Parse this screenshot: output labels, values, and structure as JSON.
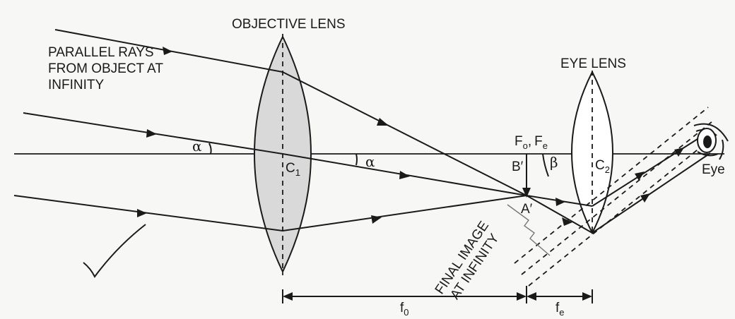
{
  "labels": {
    "objective_lens": "OBJECTIVE LENS",
    "eye_lens": "EYE LENS",
    "parallel_rays": [
      "PARALLEL RAYS",
      "FROM OBJECT AT",
      "INFINITY"
    ],
    "final_image": [
      "FINAL IMAGE",
      "AT INFINITY"
    ],
    "alpha_left": "α",
    "alpha_right": "α",
    "beta": "β",
    "c1": "C",
    "c1_sub": "1",
    "c2": "C",
    "c2_sub": "2",
    "b_prime": "B′",
    "a_prime": "A′",
    "focus_o": "F",
    "focus_o_sub": "o",
    "focus_sep": ",",
    "focus_e": "F",
    "focus_e_sub": "e",
    "eye": "Eye",
    "f0": "f",
    "f0_sub": "0",
    "fe": "f",
    "fe_sub": "e"
  },
  "colors": {
    "ink": "#1a1a1a",
    "objective_fill": "#d9d9d9",
    "eye_lens_fill": "#ffffff",
    "paper": "#f7f7f5"
  }
}
